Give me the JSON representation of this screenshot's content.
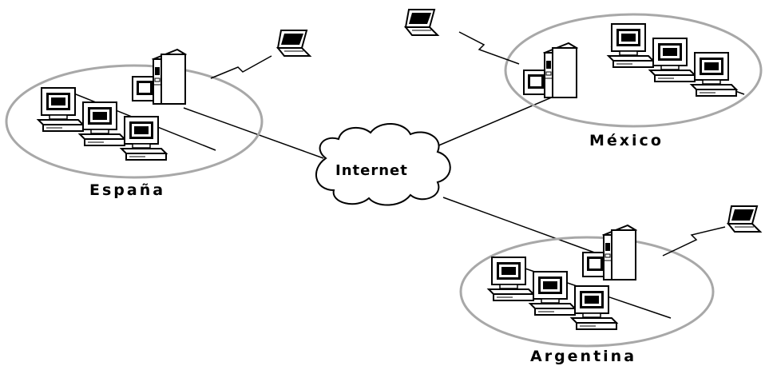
{
  "sites": [
    {
      "id": "espana",
      "label": "España"
    },
    {
      "id": "mexico",
      "label": "México"
    },
    {
      "id": "argentina",
      "label": "Argentina"
    }
  ],
  "cloud": {
    "label": "Internet"
  },
  "icons": {
    "server": "server-tower-icon",
    "desktop": "desktop-computer-icon",
    "laptop": "laptop-icon",
    "cloud": "internet-cloud-icon",
    "wireless": "lightning-link-icon"
  },
  "colors": {
    "site_ring": "#a8a8a8",
    "line": "#000000",
    "device_fill": "#ffffff",
    "screen": "#000000",
    "background": "#ffffff"
  }
}
